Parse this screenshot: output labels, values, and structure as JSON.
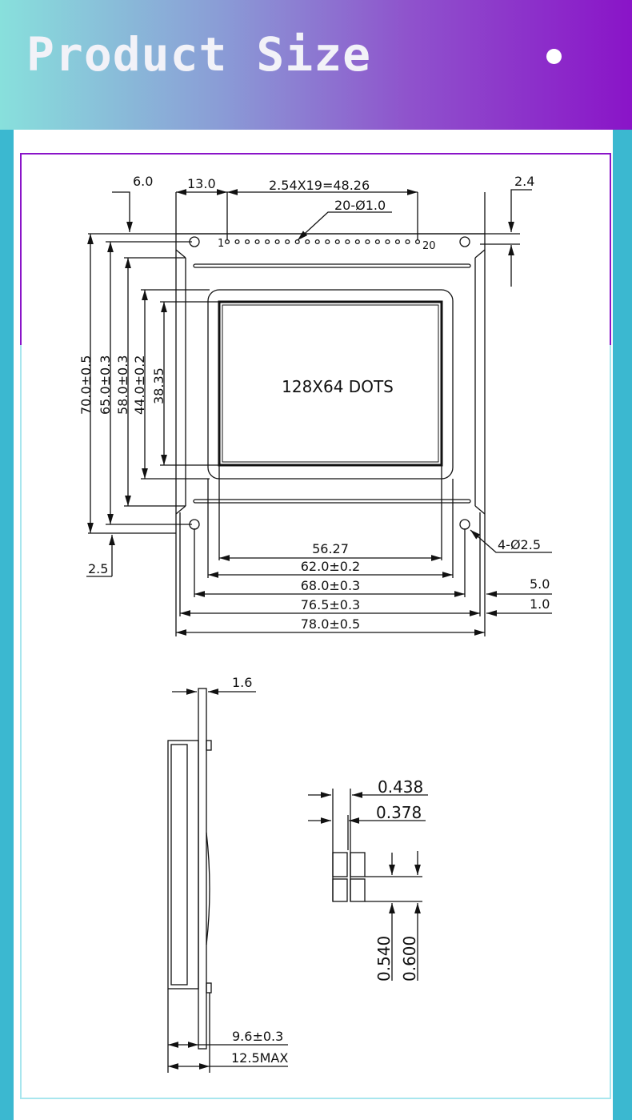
{
  "header": {
    "title": "Product Size"
  },
  "front_view": {
    "center_label": "128X64 DOTS",
    "pin_first": "1",
    "pin_last": "20",
    "dims": {
      "top_left_offset": "6.0",
      "pin_offset": "13.0",
      "pin_pitch": "2.54X19=48.26",
      "pin_holes": "20-Ø1.0",
      "top_right_offset": "2.4",
      "height_total": "70.0±0.5",
      "height_holes": "65.0±0.3",
      "height_frame": "58.0±0.3",
      "height_bezel": "44.0±0.2",
      "height_view": "38.35",
      "width_view": "56.27",
      "width_bezel": "62.0±0.2",
      "width_holes": "68.0±0.3",
      "width_frame": "76.5±0.3",
      "width_total": "78.0±0.5",
      "bottom_left_offset": "2.5",
      "right_offset_a": "5.0",
      "right_offset_b": "1.0",
      "mount_holes": "4-Ø2.5"
    }
  },
  "side_view": {
    "pcb_thickness": "1.6",
    "body_depth": "9.6±0.3",
    "max_depth": "12.5MAX"
  },
  "pixel_detail": {
    "pitch_x": "0.438",
    "dot_x": "0.378",
    "dot_y": "0.540",
    "pitch_y": "0.600"
  }
}
